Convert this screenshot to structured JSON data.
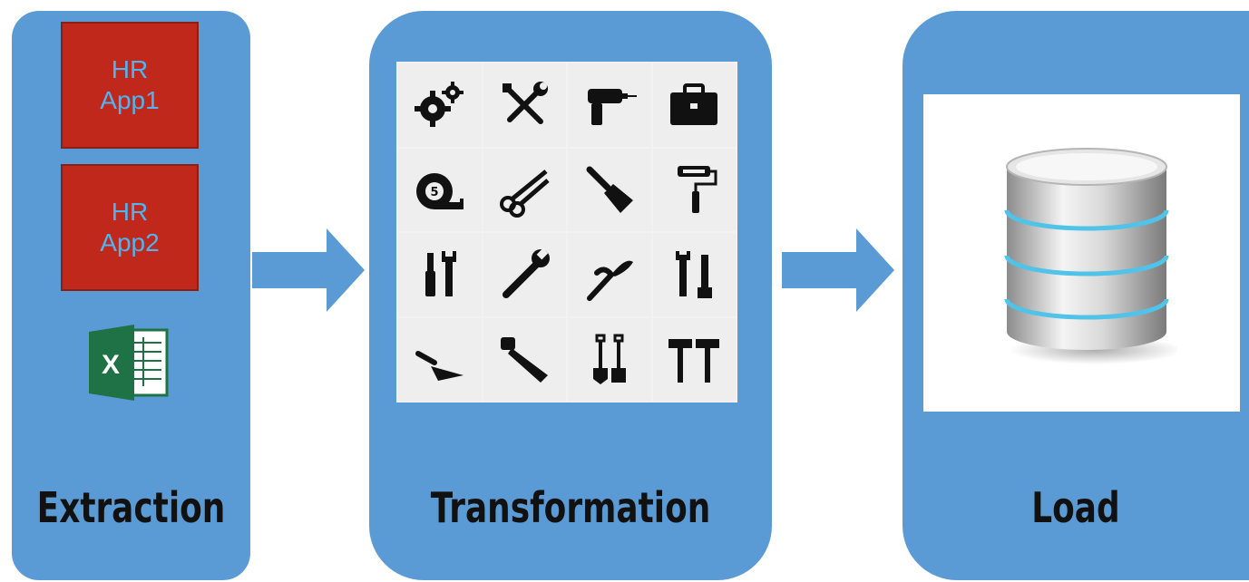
{
  "stages": {
    "extraction": {
      "label": "Extraction",
      "sources": [
        {
          "line1": "HR",
          "line2": "App1"
        },
        {
          "line1": "HR",
          "line2": "App2"
        }
      ],
      "excel_icon": "excel-icon",
      "excel_letter": "X"
    },
    "transformation": {
      "label": "Transformation",
      "tools": [
        "gears-icon",
        "crossed-tools-icon",
        "drill-icon",
        "toolbox-icon",
        "tape-measure-icon",
        "scissors-icon",
        "paint-brush-icon",
        "paint-roller-icon",
        "screwdriver-wrench-icon",
        "wrench-icon",
        "pliers-icon",
        "wrench-pair-icon",
        "trowel-icon",
        "saw-icon",
        "shovels-icon",
        "hammers-icon"
      ],
      "tape_measure_mark": "5"
    },
    "load": {
      "label": "Load",
      "icon": "database-icon"
    }
  },
  "colors": {
    "panel": "#5b9bd5",
    "source_box": "#c0281c",
    "source_text": "#4fb4ef",
    "excel_green": "#1f7246",
    "label_text": "#111111"
  }
}
